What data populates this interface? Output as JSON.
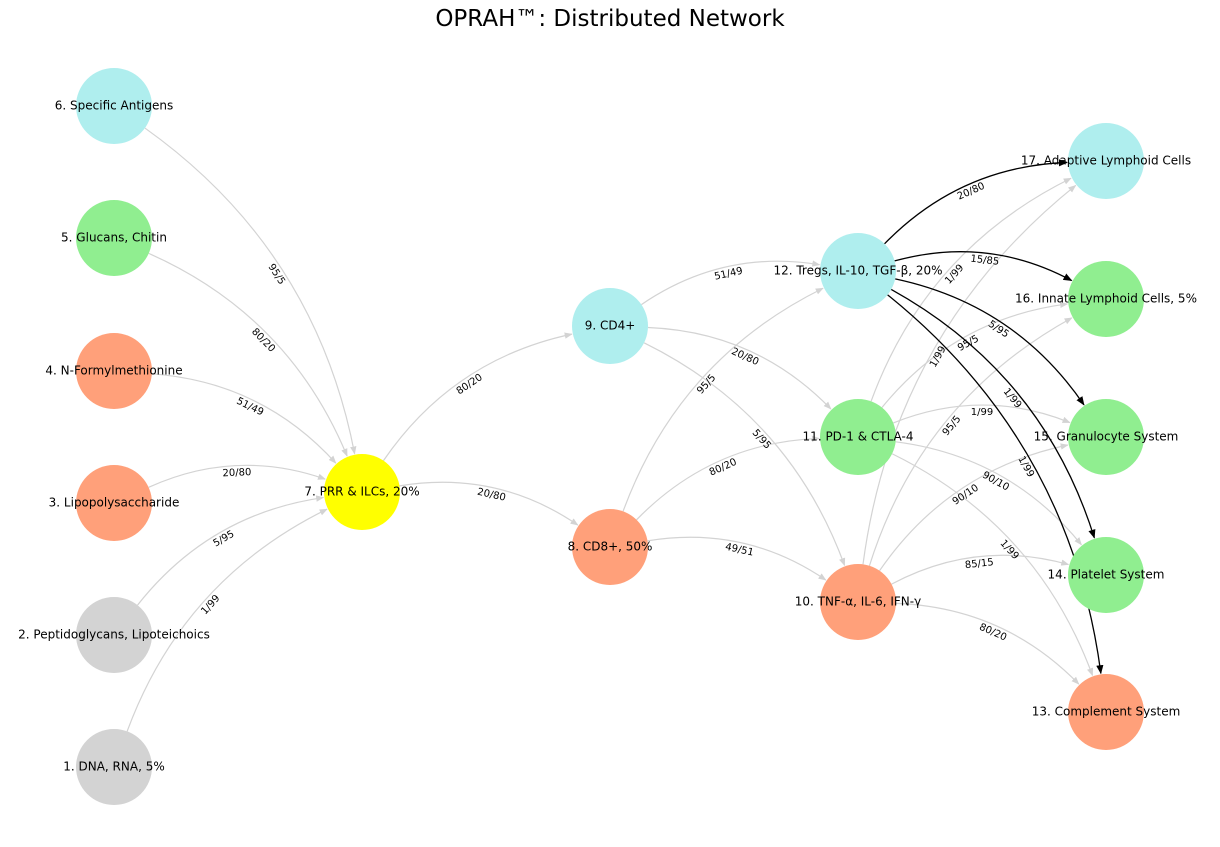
{
  "title": "OPRAH™: Distributed Network",
  "colors": {
    "grey": "#d3d3d3",
    "green": "#90ee90",
    "salmon": "#ffa07a",
    "cyan": "#afeeee",
    "yellow": "#ffff00",
    "edge_grey": "#d3d3d3",
    "edge_black": "#000000"
  },
  "nodes": [
    {
      "id": "n1",
      "label": "1. DNA, RNA,  5%",
      "color": "grey"
    },
    {
      "id": "n2",
      "label": "2. Peptidoglycans, Lipoteichoics",
      "color": "grey"
    },
    {
      "id": "n3",
      "label": "3. Lipopolysaccharide",
      "color": "salmon"
    },
    {
      "id": "n4",
      "label": "4. N-Formylmethionine",
      "color": "salmon"
    },
    {
      "id": "n5",
      "label": "5. Glucans, Chitin",
      "color": "green"
    },
    {
      "id": "n6",
      "label": "6. Specific Antigens",
      "color": "cyan"
    },
    {
      "id": "n7",
      "label": "7. PRR & ILCs, 20%",
      "color": "yellow"
    },
    {
      "id": "n8",
      "label": "8. CD8+, 50%",
      "color": "salmon"
    },
    {
      "id": "n9",
      "label": "9. CD4+",
      "color": "cyan"
    },
    {
      "id": "n10",
      "label": "10. TNF-α, IL-6, IFN-γ",
      "color": "salmon"
    },
    {
      "id": "n11",
      "label": "11. PD-1 & CTLA-4",
      "color": "green"
    },
    {
      "id": "n12",
      "label": "12. Tregs, IL-10, TGF-β, 20%",
      "color": "cyan"
    },
    {
      "id": "n13",
      "label": "13. Complement System",
      "color": "salmon"
    },
    {
      "id": "n14",
      "label": "14. Platelet System",
      "color": "green"
    },
    {
      "id": "n15",
      "label": "15. Granulocyte System",
      "color": "green"
    },
    {
      "id": "n16",
      "label": "16. Innate Lymphoid Cells, 5%",
      "color": "green"
    },
    {
      "id": "n17",
      "label": "17. Adaptive Lymphoid Cells",
      "color": "cyan"
    }
  ],
  "edges": [
    {
      "from": "n1",
      "to": "n7",
      "label": "1/99",
      "style": "grey"
    },
    {
      "from": "n2",
      "to": "n7",
      "label": "5/95",
      "style": "grey"
    },
    {
      "from": "n3",
      "to": "n7",
      "label": "20/80",
      "style": "grey"
    },
    {
      "from": "n4",
      "to": "n7",
      "label": "51/49",
      "style": "grey"
    },
    {
      "from": "n5",
      "to": "n7",
      "label": "80/20",
      "style": "grey"
    },
    {
      "from": "n6",
      "to": "n7",
      "label": "95/5",
      "style": "grey"
    },
    {
      "from": "n7",
      "to": "n8",
      "label": "20/80",
      "style": "grey"
    },
    {
      "from": "n7",
      "to": "n9",
      "label": "80/20",
      "style": "grey"
    },
    {
      "from": "n8",
      "to": "n10",
      "label": "49/51",
      "style": "grey"
    },
    {
      "from": "n8",
      "to": "n11",
      "label": "80/20",
      "style": "grey"
    },
    {
      "from": "n8",
      "to": "n12",
      "label": "95/5",
      "style": "grey"
    },
    {
      "from": "n9",
      "to": "n10",
      "label": "5/95",
      "style": "grey"
    },
    {
      "from": "n9",
      "to": "n11",
      "label": "20/80",
      "style": "grey"
    },
    {
      "from": "n9",
      "to": "n12",
      "label": "51/49",
      "style": "grey"
    },
    {
      "from": "n10",
      "to": "n13",
      "label": "80/20",
      "style": "grey"
    },
    {
      "from": "n10",
      "to": "n14",
      "label": "85/15",
      "style": "grey"
    },
    {
      "from": "n10",
      "to": "n15",
      "label": "90/10",
      "style": "grey"
    },
    {
      "from": "n10",
      "to": "n16",
      "label": "95/5",
      "style": "grey"
    },
    {
      "from": "n10",
      "to": "n17",
      "label": "1/99",
      "style": "grey"
    },
    {
      "from": "n11",
      "to": "n13",
      "label": "1/99",
      "style": "grey"
    },
    {
      "from": "n11",
      "to": "n14",
      "label": "90/10",
      "style": "grey"
    },
    {
      "from": "n11",
      "to": "n15",
      "label": "1/99",
      "style": "grey"
    },
    {
      "from": "n11",
      "to": "n16",
      "label": "95/5",
      "style": "grey"
    },
    {
      "from": "n11",
      "to": "n17",
      "label": "1/99",
      "style": "grey"
    },
    {
      "from": "n12",
      "to": "n13",
      "label": "1/99",
      "style": "black"
    },
    {
      "from": "n12",
      "to": "n14",
      "label": "1/99",
      "style": "black"
    },
    {
      "from": "n12",
      "to": "n15",
      "label": "5/95",
      "style": "black"
    },
    {
      "from": "n12",
      "to": "n16",
      "label": "15/85",
      "style": "black"
    },
    {
      "from": "n12",
      "to": "n17",
      "label": "20/80",
      "style": "black"
    }
  ]
}
